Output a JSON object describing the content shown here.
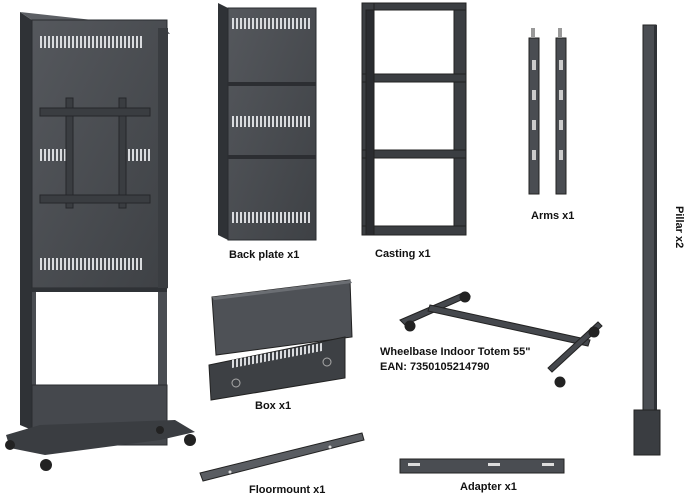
{
  "parts": {
    "back_plate": "Back plate x1",
    "casting": "Casting x1",
    "arms": "Arms x1",
    "pillar": "Pillar x2",
    "box": "Box x1",
    "wheelbase_name": "Wheelbase Indoor Totem 55\"",
    "wheelbase_ean": "EAN: 7350105214790",
    "floormount": "Floormount x1",
    "adapter": "Adapter x1"
  },
  "colors": {
    "metal": "#4a4d52",
    "metal_dark": "#2f3236",
    "metal_light": "#6b6e73",
    "vent": "#d9dbde"
  }
}
